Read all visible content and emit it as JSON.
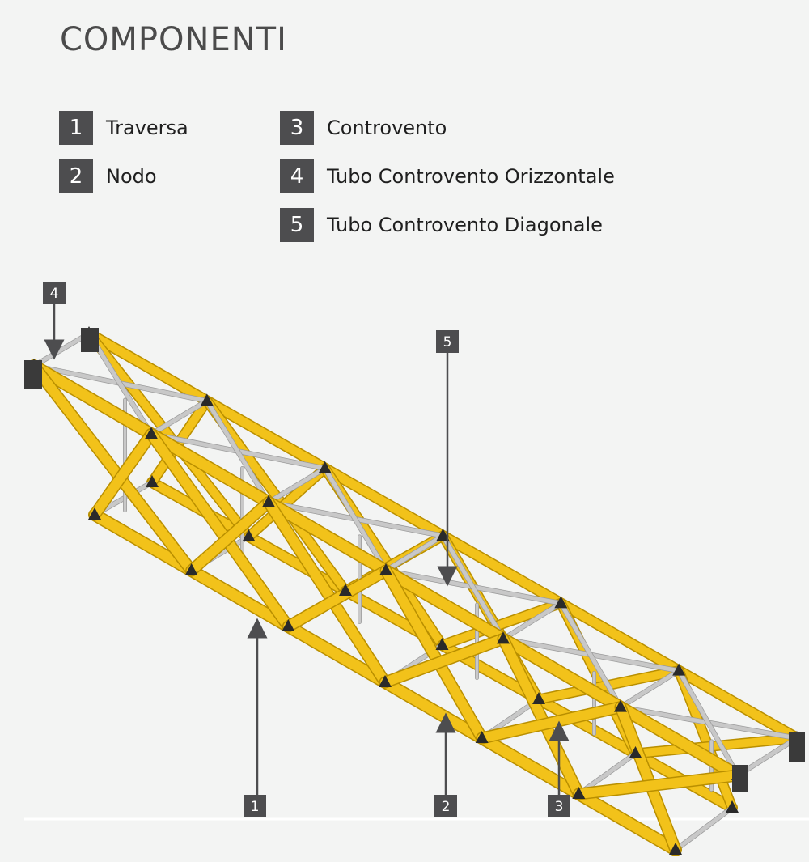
{
  "title": "COMPONENTI",
  "legend": [
    {
      "num": "1",
      "label": "Traversa"
    },
    {
      "num": "2",
      "label": "Nodo"
    },
    {
      "num": "3",
      "label": "Controvento"
    },
    {
      "num": "4",
      "label": "Tubo Controvento Orizzontale"
    },
    {
      "num": "5",
      "label": "Tubo Controvento Diagonale"
    }
  ],
  "callouts": [
    "1",
    "2",
    "3",
    "4",
    "5"
  ],
  "colors": {
    "truss": "#f2c21a",
    "truss_edge": "#b98f00",
    "brace_tube": "#c8c8c8",
    "badge": "#4d4d4f",
    "node": "#2a2a2a"
  }
}
